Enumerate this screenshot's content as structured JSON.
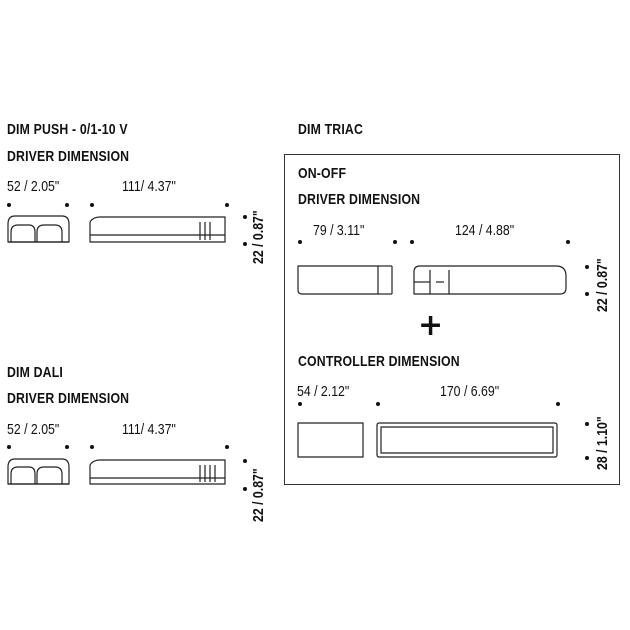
{
  "left_top": {
    "heading_line1": "DIM PUSH - 0/1-10 V",
    "heading_line2": "DRIVER DIMENSION",
    "width_small": "52 / 2.05\"",
    "width_large": "111/ 4.37\"",
    "height": "22 / 0.87\""
  },
  "left_bottom": {
    "heading_line1": "DIM DALI",
    "heading_line2": "DRIVER DIMENSION",
    "width_small": "52 / 2.05\"",
    "width_large": "111/ 4.37\"",
    "height": "22 / 0.87\""
  },
  "right": {
    "title": "DIM TRIAC",
    "driver_heading_line1": "ON-OFF",
    "driver_heading_line2": "DRIVER DIMENSION",
    "driver_width_small": "79 / 3.11\"",
    "driver_width_large": "124 / 4.88\"",
    "driver_height": "22 / 0.87\"",
    "plus": "+",
    "controller_heading": "CONTROLLER DIMENSION",
    "controller_width_small": "54 / 2.12\"",
    "controller_width_large": "170 / 6.69\"",
    "controller_height": "28 / 1.10\""
  }
}
